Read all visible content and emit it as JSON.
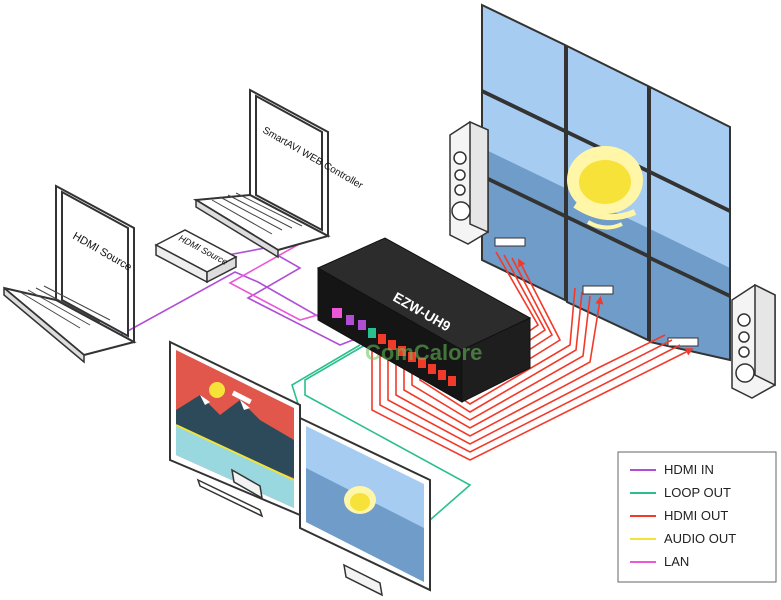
{
  "device": {
    "model_label": "EZW-UH9"
  },
  "devices": {
    "hdmi_source_laptop_label": "HDMI Source",
    "hdmi_source_box_label": "HDMI Source",
    "web_controller_laptop_label": "SmartAVI WEB Controller"
  },
  "watermark": "ComCalore",
  "legend": {
    "items": [
      {
        "label": "HDMI IN",
        "color": "#b04fd6"
      },
      {
        "label": "LOOP OUT",
        "color": "#2bbf8f"
      },
      {
        "label": "HDMI OUT",
        "color": "#f23a2a"
      },
      {
        "label": "AUDIO OUT",
        "color": "#f0e33a"
      },
      {
        "label": "LAN",
        "color": "#ec57d7"
      }
    ]
  },
  "colors": {
    "hdmi_in": "#b04fd6",
    "loop_out": "#2bbf8f",
    "hdmi_out": "#f23a2a",
    "audio_out": "#f0e33a",
    "lan": "#ec57d7",
    "screen_blue": "#a7ccf2",
    "screen_dark_blue": "#6f9cc8",
    "device_black": "#1a1a1a"
  }
}
